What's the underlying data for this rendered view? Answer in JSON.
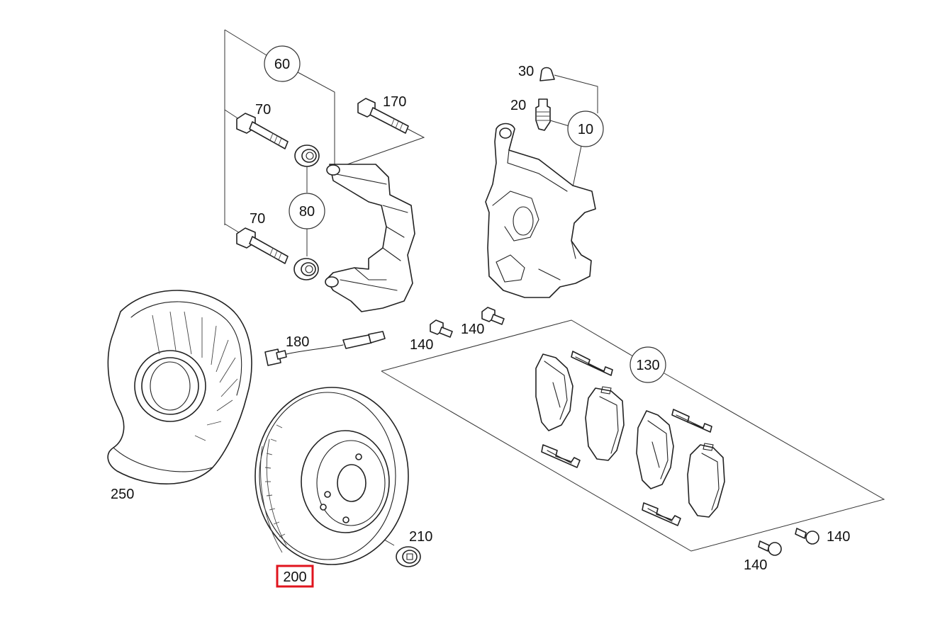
{
  "diagram": {
    "highlight_color": "#e0141e",
    "callouts": {
      "c10": "10",
      "c20": "20",
      "c30": "30",
      "c60": "60",
      "c70a": "70",
      "c70b": "70",
      "c80": "80",
      "c130": "130",
      "c140a": "140",
      "c140b": "140",
      "c140c": "140",
      "c140d": "140",
      "c170": "170",
      "c180": "180",
      "c200": "200",
      "c210": "210",
      "c250": "250"
    },
    "selected_part": "200"
  }
}
